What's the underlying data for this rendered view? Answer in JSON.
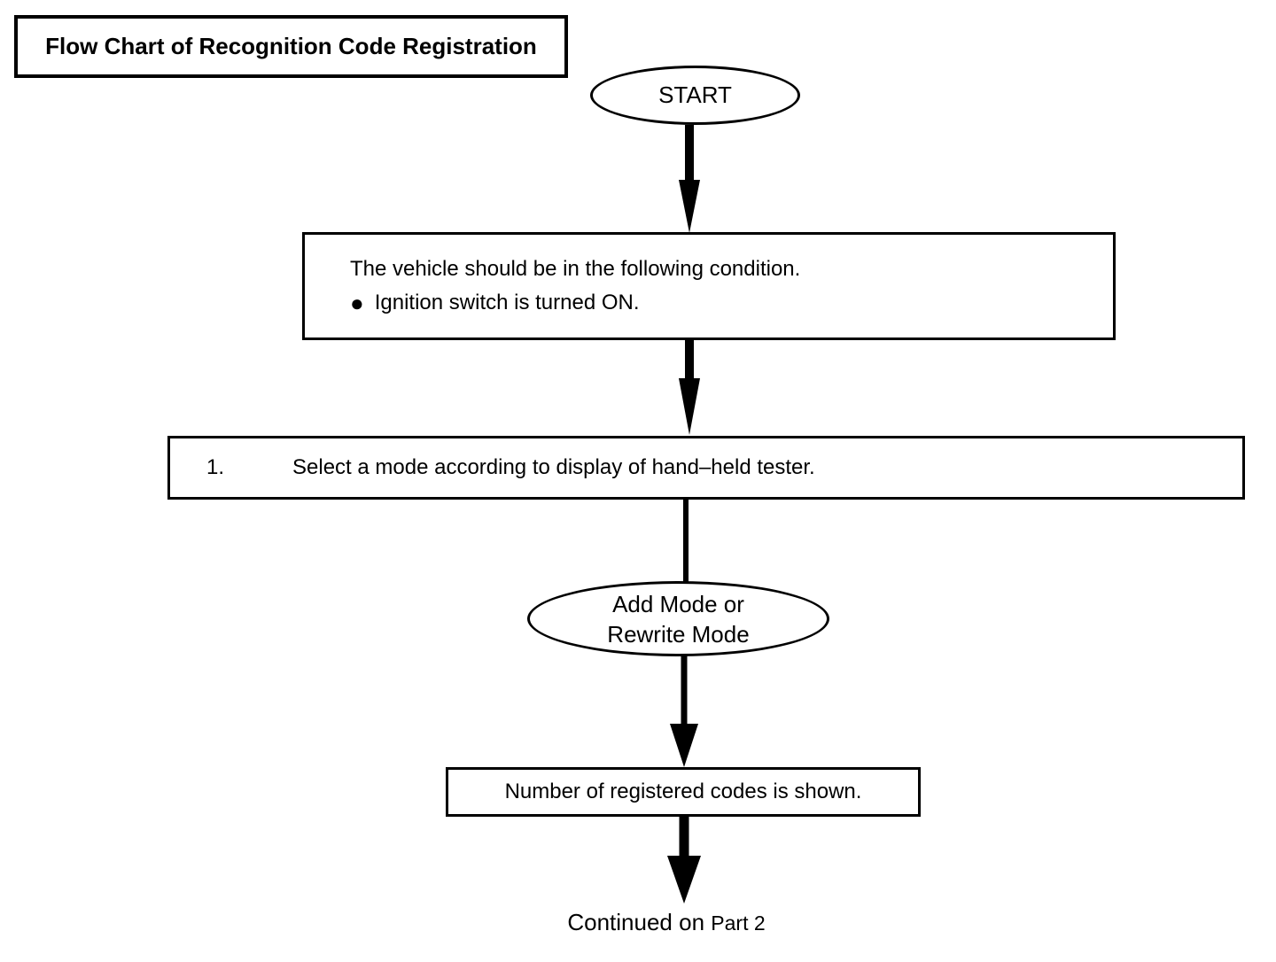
{
  "canvas": {
    "background": "#ffffff",
    "ink": "#000000"
  },
  "title_box": {
    "label": "Flow Chart of Recognition Code Registration"
  },
  "nodes": {
    "start": {
      "label": "START"
    },
    "condition": {
      "line1": "The vehicle should be in the following condition.",
      "bullet": "●",
      "line2": "Ignition switch is turned ON."
    },
    "step1": {
      "number": "1.",
      "label": "Select a mode according to display of hand–held tester."
    },
    "mode_choice": {
      "line1": "Add Mode or",
      "line2": "Rewrite Mode"
    },
    "registered_codes": {
      "label": "Number of registered codes is shown."
    },
    "continuation": {
      "text": "Continued on",
      "target": "Part 2"
    }
  }
}
